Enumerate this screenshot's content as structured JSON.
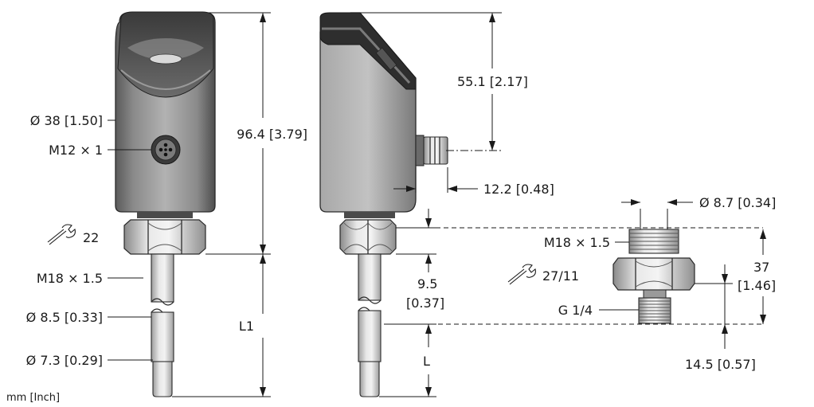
{
  "labels": {
    "front_diameter": "Ø 38 [1.50]",
    "front_connector": "M12 × 1",
    "front_wrench": "22",
    "front_thread": "M18 × 1.5",
    "probe_diameter_upper": "Ø 8.5 [0.33]",
    "probe_diameter_lower": "Ø 7.3 [0.29]",
    "total_height": "96.4 [3.79]",
    "probe_length_front": "L1",
    "units": "mm [Inch]",
    "head_height": "55.1 [2.17]",
    "connector_offset": "12.2 [0.48]",
    "thread_offset_line1": "9.5",
    "thread_offset_line2": "[0.37]",
    "probe_length_side": "L",
    "adapter_diameter": "Ø 8.7 [0.34]",
    "adapter_thread": "M18 × 1.5",
    "adapter_wrench": "27/11",
    "adapter_height_line1": "37",
    "adapter_height_line2": "[1.46]",
    "adapter_port_thread": "G 1/4",
    "adapter_port_length": "14.5 [0.57]"
  },
  "icons": {
    "wrench": "wrench-icon",
    "connector": "m12-connector-icon"
  },
  "colors": {
    "housing_dark": "#2b2b2b",
    "housing_mid": "#6e6e6e",
    "housing_light": "#c9c9c9",
    "metal_light": "#e2e2e2",
    "metal_mid": "#a9a9a9",
    "line": "#1a1a1a"
  }
}
